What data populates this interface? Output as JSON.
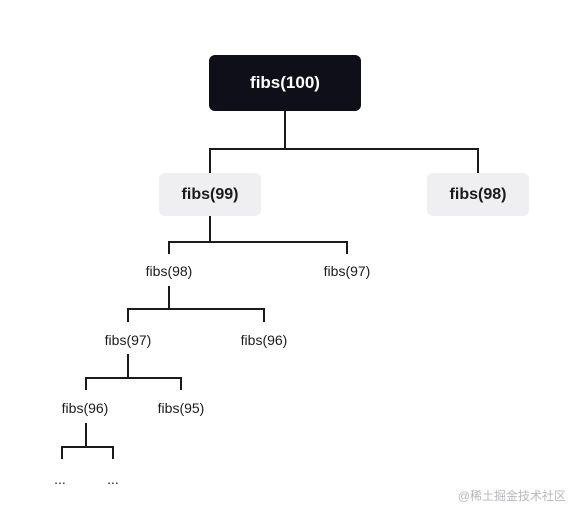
{
  "tree": {
    "root": "fibs(100)",
    "n1": "fibs(99)",
    "n2": "fibs(98)",
    "n3": "fibs(98)",
    "n4": "fibs(97)",
    "n5": "fibs(97)",
    "n6": "fibs(96)",
    "n7": "fibs(96)",
    "n8": "fibs(95)",
    "n9": "...",
    "n10": "..."
  },
  "watermark": "@稀土掘金技术社区",
  "colors": {
    "root_bg": "#0f0f19",
    "node_bg": "#efeff1",
    "line": "#1b1b1f"
  }
}
